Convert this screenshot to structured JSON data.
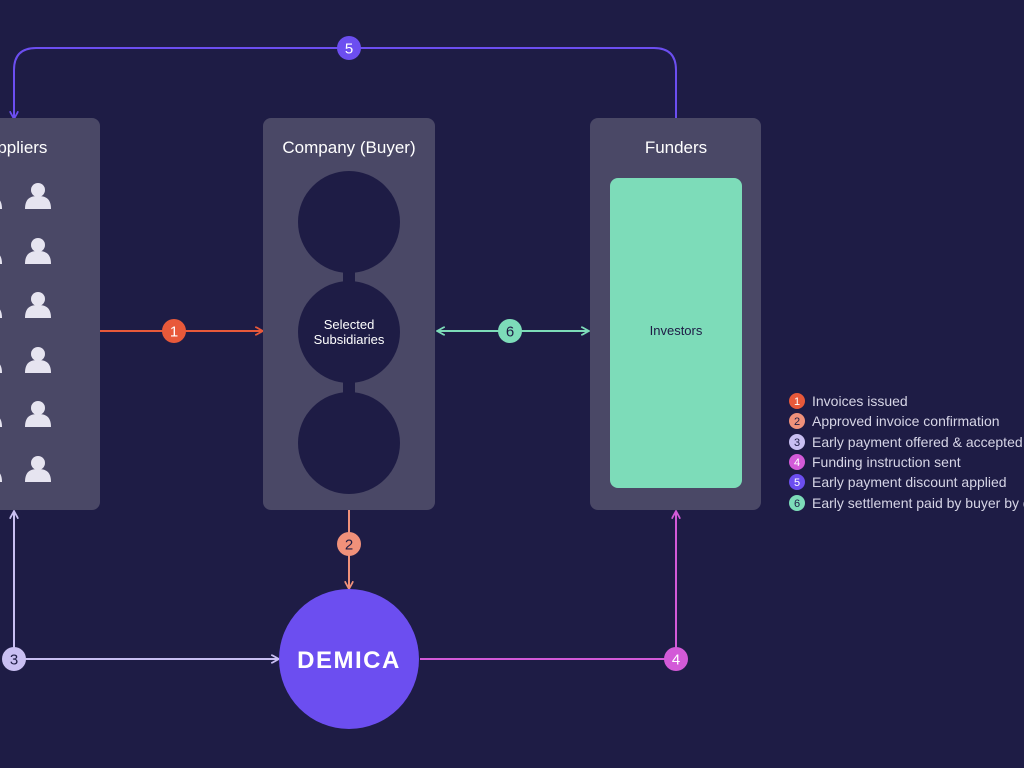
{
  "panels": {
    "suppliers": {
      "title": "Suppliers"
    },
    "company": {
      "title": "Company (Buyer)",
      "center_label_line1": "Selected",
      "center_label_line2": "Subsidiaries"
    },
    "funders": {
      "title": "Funders",
      "investors_label": "Investors"
    }
  },
  "logo": {
    "text": "DEMICA",
    "color": "#6c4ef0"
  },
  "steps": [
    {
      "num": "1",
      "label": "Invoices issued",
      "color": "#e8593a"
    },
    {
      "num": "2",
      "label": "Approved invoice confirmation",
      "color": "#f0917a"
    },
    {
      "num": "3",
      "label": "Early payment offered & accepted",
      "color": "#c9bff2"
    },
    {
      "num": "4",
      "label": "Funding instruction sent",
      "color": "#d35ad8"
    },
    {
      "num": "5",
      "label": "Early payment discount applied",
      "color": "#6c4ef0"
    },
    {
      "num": "6",
      "label": "Early settlement paid by buyer by due date",
      "color": "#7ddcb9"
    }
  ],
  "colors": {
    "background": "#1e1c45",
    "panel": "#4a4866",
    "circle": "#1e1c45",
    "investors": "#7ddcb9",
    "person": "#e6e4f0"
  }
}
